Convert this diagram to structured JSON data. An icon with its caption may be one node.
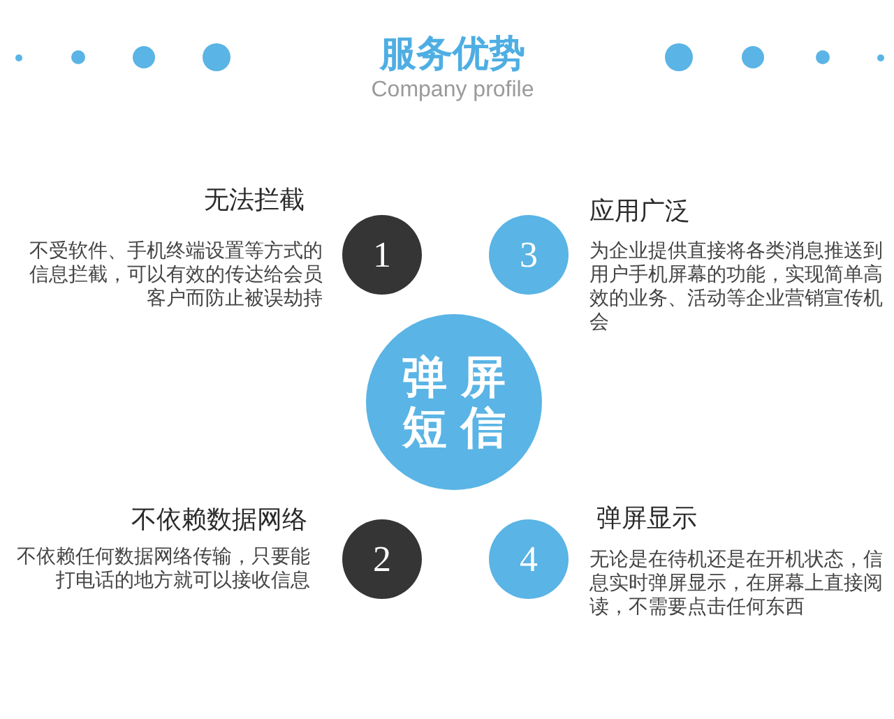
{
  "diagram": {
    "title": "服务优势",
    "nodes": [
      {
        "text": [
          "1"
        ],
        "beside": [
          "无法拦截",
          "不受软件、手机终端设置等方式的信息拦截，可以有效的传达给会员客户而防止被误劫持"
        ]
      },
      {
        "text": [
          "3"
        ],
        "beside": [
          "应用广泛",
          "为企业提供直接将各类消息推送到用户手机屏幕的功能，实现简单高效的业务、活动等企业营销宣传机会"
        ]
      },
      {
        "text": [
          "弹屏短信"
        ]
      },
      {
        "text": [
          "2"
        ],
        "beside": [
          "不依赖数据网络",
          "不依赖任何数据网络传输，只要能打电话的地方就可以接收信息"
        ]
      },
      {
        "text": [
          "4"
        ],
        "beside": [
          "弹屏显示",
          "无论是在待机还是在开机状态，信息实时弹屏显示，在屏幕上直接阅读，不需要点击任何东西"
        ]
      }
    ],
    "labels": [
      "Company profile"
    ]
  }
}
